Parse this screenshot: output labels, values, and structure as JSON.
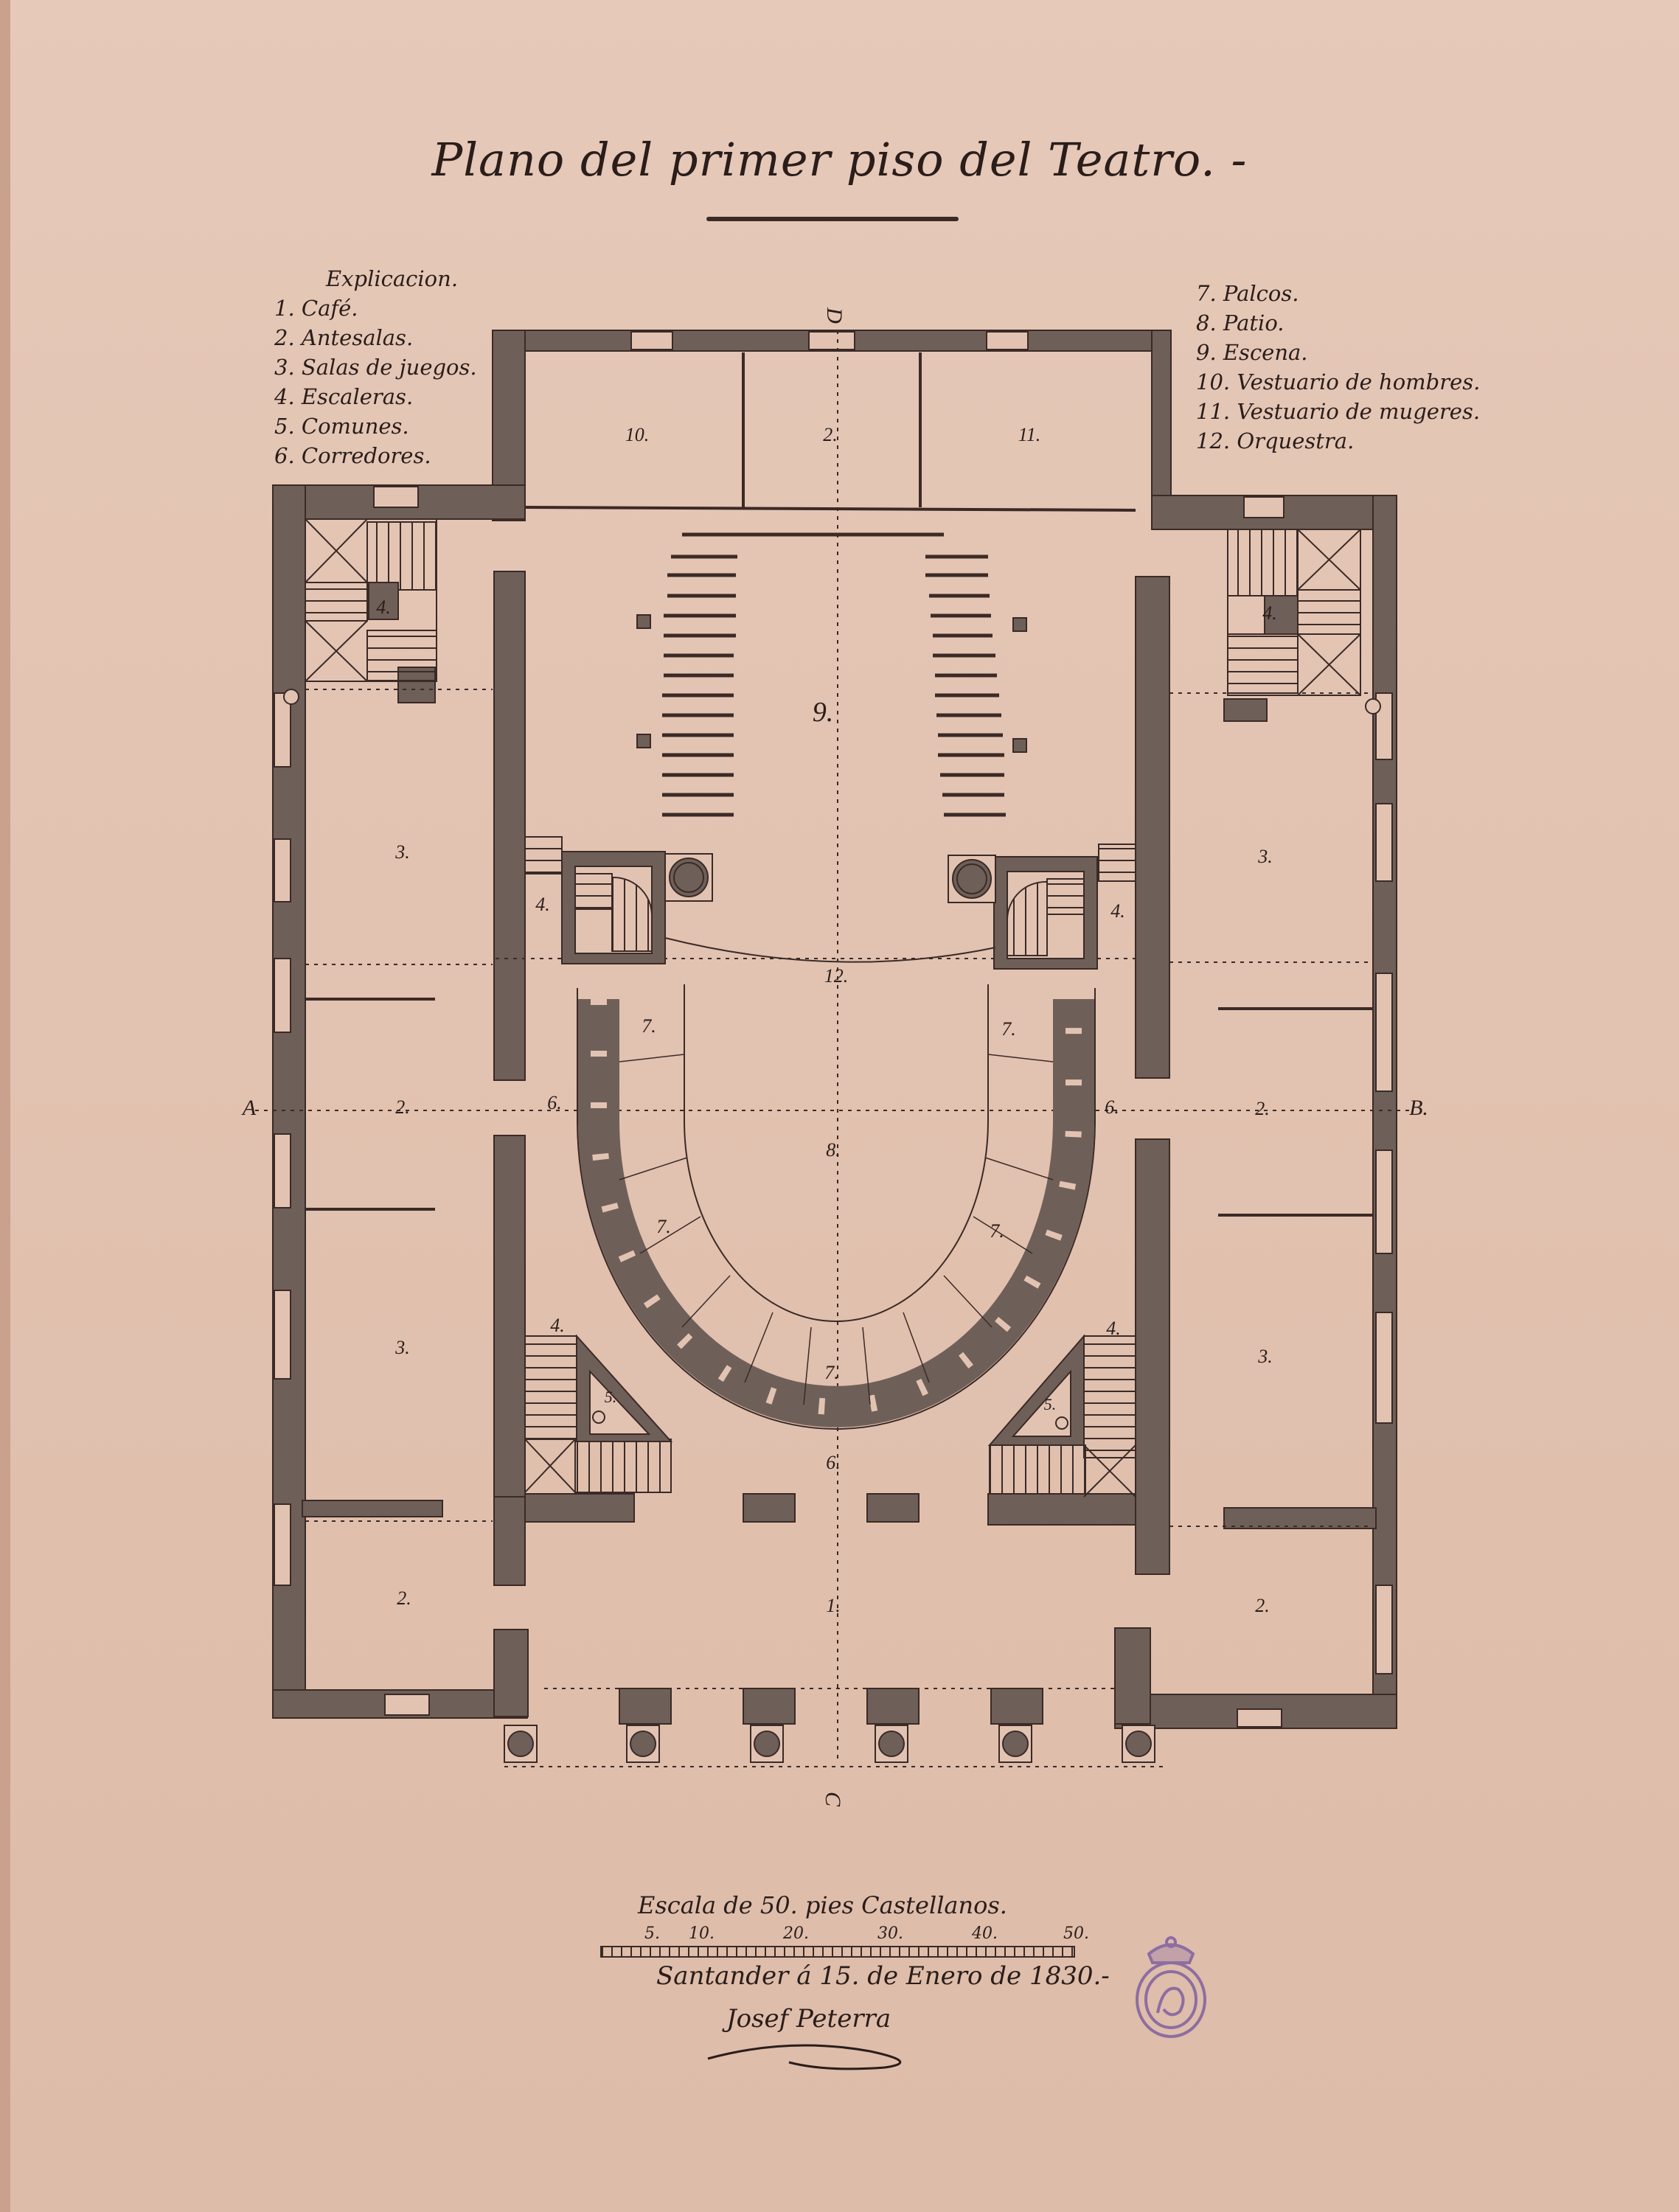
{
  "document": {
    "title": "Plano del primer piso del Teatro. -",
    "legend_left": {
      "heading": "Explicacion.",
      "items": [
        "1. Café.",
        "2. Antesalas.",
        "3. Salas de juegos.",
        "4. Escaleras.",
        "5. Comunes.",
        "6. Corredores."
      ]
    },
    "legend_right": {
      "items": [
        "7. Palcos.",
        "8. Patio.",
        "9. Escena.",
        "10. Vestuario de hombres.",
        "11. Vestuario de mugeres.",
        "12. Orquestra."
      ]
    }
  },
  "plan": {
    "axis_labels": {
      "a": "A",
      "b": "B.",
      "c": "C",
      "d": "D"
    },
    "room_labels": {
      "vest_h": "10.",
      "vest_c": "2.",
      "vest_m": "11.",
      "escena": "9.",
      "stair_tl": "4.",
      "stair_tr": "4.",
      "sala_l1": "3.",
      "sala_r1": "3.",
      "stair_ml": "4.",
      "stair_mr": "4.",
      "orquestra": "12.",
      "palco_tl": "7.",
      "palco_tr": "7.",
      "ante_l": "2.",
      "corr_l": "6.",
      "patio": "8.",
      "corr_r": "6.",
      "ante_r": "2.",
      "palco_ml": "7.",
      "palco_mr": "7.",
      "sala_l2": "3.",
      "sala_r2": "3.",
      "stair_bl": "4.",
      "stair_br": "4.",
      "com_l": "5.",
      "com_r": "5.",
      "palco_b": "7.",
      "corr_b": "6.",
      "ante_bl": "2.",
      "cafe": "1.",
      "ante_br": "2."
    }
  },
  "scale": {
    "title": "Escala de 50. pies Castellanos.",
    "ticks": [
      "5.",
      "10.",
      "20.",
      "30.",
      "40.",
      "50."
    ]
  },
  "footer": {
    "date": "Santander á 15. de Enero de 1830.-",
    "signature": "Josef Peterra"
  },
  "colors": {
    "paper": "#e2c3b2",
    "wall": "#6f5f59",
    "ink": "#2a1d1a",
    "stamp": "#7a5aa0"
  }
}
